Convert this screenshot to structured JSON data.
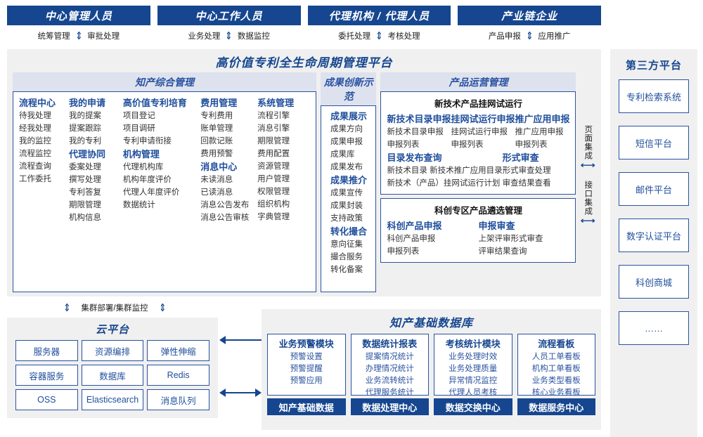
{
  "roles": [
    {
      "title": "中心管理人员",
      "left": "统筹管理",
      "right": "审批处理"
    },
    {
      "title": "中心工作人员",
      "left": "业务处理",
      "right": "数据监控"
    },
    {
      "title": "代理机构 / 代理人员",
      "left": "委托处理",
      "right": "考核处理"
    },
    {
      "title": "产业链企业",
      "left": "产品申报",
      "right": "应用推广"
    }
  ],
  "platform": {
    "title": "高价值专利全生命周期管理平台",
    "ip_section": {
      "title": "知产综合管理",
      "columns": [
        {
          "groups": [
            {
              "name": "流程中心",
              "items": [
                "待我处理",
                "经我处理",
                "我的监控",
                "流程监控",
                "流程查询",
                "工作委托"
              ]
            }
          ]
        },
        {
          "groups": [
            {
              "name": "我的申请",
              "items": [
                "我的提案",
                "提案跟踪",
                "我的专利"
              ]
            },
            {
              "name": "代理协同",
              "items": [
                "委案处理",
                "撰写处理",
                "专利答复",
                "期限管理",
                "机构信息"
              ]
            }
          ]
        },
        {
          "groups": [
            {
              "name": "高价值专利培育",
              "items": [
                "项目登记",
                "项目调研",
                "专利申请衔接"
              ]
            },
            {
              "name": "机构管理",
              "items": [
                "代理机构库",
                "机构年度评价",
                "代理人年度评价",
                "数据统计"
              ]
            }
          ]
        },
        {
          "groups": [
            {
              "name": "费用管理",
              "items": [
                "专利费用",
                "账单管理",
                "回款记账",
                "费用预警"
              ]
            },
            {
              "name": "消息中心",
              "items": [
                "未读消息",
                "已读消息",
                "消息公告发布",
                "消息公告审核"
              ]
            }
          ]
        },
        {
          "groups": [
            {
              "name": "系统管理",
              "items": [
                "流程引擎",
                "消息引擎",
                "期限管理",
                "费用配置",
                "资源管理",
                "用户管理",
                "权限管理",
                "组织机构",
                "字典管理"
              ]
            }
          ]
        }
      ]
    },
    "achievement_section": {
      "title": "成果创新示范",
      "groups": [
        {
          "name": "成果展示",
          "items": [
            "成果方向",
            "成果申报",
            "成果库",
            "成果发布"
          ]
        },
        {
          "name": "成果推介",
          "items": [
            "成果宣传",
            "成果封装",
            "支持政策"
          ]
        },
        {
          "name": "转化撮合",
          "items": [
            "意向征集",
            "撮合服务",
            "转化备案"
          ]
        }
      ]
    },
    "product_section": {
      "title": "产品运营管理",
      "boxes": [
        {
          "subtitle": "新技术产品挂网试运行",
          "rows": [
            {
              "cols": [
                {
                  "name": "新技术目录申报",
                  "items": [
                    "新技术目录申报",
                    "申报列表"
                  ]
                },
                {
                  "name": "挂网试运行申报",
                  "items": [
                    "挂网试运行申报",
                    "申报列表"
                  ]
                },
                {
                  "name": "推广应用申报",
                  "items": [
                    "推广应用申报",
                    "申报列表"
                  ]
                }
              ]
            },
            {
              "cols": [
                {
                  "name": "目录发布查询",
                  "items": [
                    "新技术目录    新技术推广应用目录",
                    "新技术（产品）挂网试运行计划"
                  ]
                },
                {
                  "name": "形式审查",
                  "items": [
                    "形式审查处理",
                    "审查结果查看"
                  ]
                }
              ]
            }
          ]
        },
        {
          "subtitle": "科创专区产品遴选管理",
          "rows": [
            {
              "cols": [
                {
                  "name": "科创产品申报",
                  "items": [
                    "科创产品申报",
                    "申报列表"
                  ]
                },
                {
                  "name": "申报审查",
                  "items": [
                    "上架评审形式审查",
                    "评审结果查询"
                  ]
                }
              ]
            }
          ]
        }
      ]
    },
    "integration": [
      {
        "label": "页面集成"
      },
      {
        "label": "接口集成"
      }
    ]
  },
  "third_party": {
    "title": "第三方平台",
    "items": [
      "专利检索系统",
      "短信平台",
      "邮件平台",
      "数字认证平台",
      "科创商城",
      "……"
    ]
  },
  "cluster_label": "集群部署/集群监控",
  "cloud": {
    "title": "云平台",
    "cells": [
      "服务器",
      "资源编排",
      "弹性伸缩",
      "容器服务",
      "数据库",
      "Redis",
      "OSS",
      "Elasticsearch",
      "消息队列"
    ]
  },
  "database": {
    "title": "知产基础数据库",
    "columns": [
      {
        "head": "业务预警模块",
        "items": [
          "预警设置",
          "预警提醒",
          "预警应用"
        ],
        "foot": "知产基础数据"
      },
      {
        "head": "数据统计报表",
        "items": [
          "提案情况统计",
          "办理情况统计",
          "业务流转统计",
          "代理服务统计"
        ],
        "foot": "数据处理中心"
      },
      {
        "head": "考核统计模块",
        "items": [
          "业务处理时效",
          "业务处理质量",
          "异常情况监控",
          "代理人员考核"
        ],
        "foot": "数据交换中心"
      },
      {
        "head": "流程看板",
        "items": [
          "人员工单看板",
          "机构工单看板",
          "业务类型看板",
          "核心业务看板"
        ],
        "foot": "数据服务中心"
      }
    ]
  },
  "colors": {
    "navy": "#16468f",
    "blue": "#1f4e9c",
    "panel": "#f0f0f0",
    "band": "#dee2ef"
  }
}
